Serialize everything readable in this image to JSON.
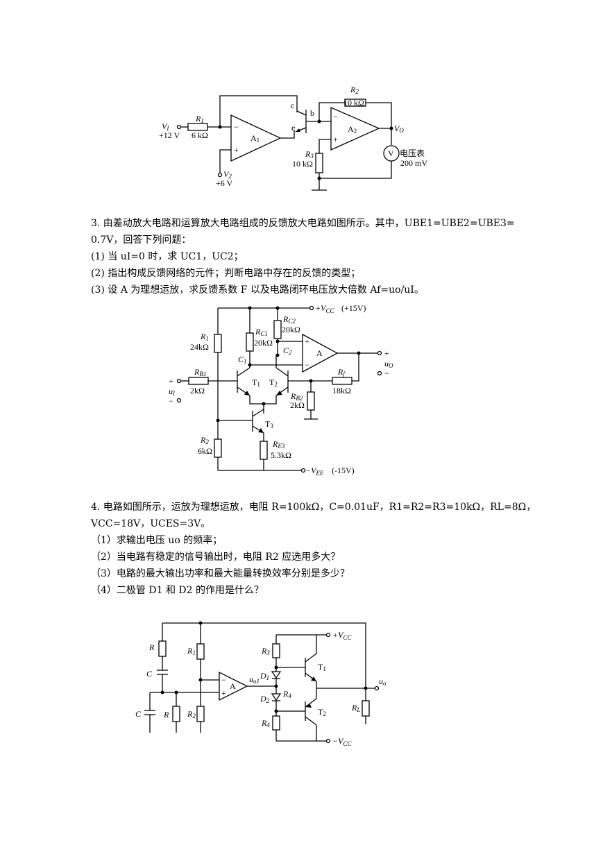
{
  "fig1": {
    "v1_label": "V",
    "v1_sub": "I",
    "v1_value": "+12 V",
    "r1_label": "R",
    "r1_sub": "1",
    "r1_value": "6 kΩ",
    "a1_label": "A",
    "a1_sub": "1",
    "minus": "−",
    "plus": "+",
    "v2_label": "V",
    "v2_sub": "2",
    "v2_value": "+6 V",
    "c_label": "c",
    "e_label": "e",
    "b_label": "b",
    "r2_label": "R",
    "r2_sub": "2",
    "r2_value": "10 kΩ",
    "a2_label": "A",
    "a2_sub": "2",
    "vo_label": "V",
    "vo_sub": "O",
    "r3_label": "R",
    "r3_sub": "3",
    "r3_value": "10 kΩ",
    "meter_symbol": "V",
    "meter_label": "电压表",
    "meter_range": "200 mV"
  },
  "q3": {
    "line1": "3. 由差动放大电路和运算放大电路组成的反馈放大电路如图所示。其中，UBE1=UBE2=UBE3=",
    "line2": "0.7V，回答下列问题：",
    "items": [
      "(1) 当 uI=0 时，求 UC1，UC2；",
      "(2) 指出构成反馈网络的元件；判断电路中存在的反馈的类型；",
      "(3) 设 A 为理想运放，求反馈系数 F 以及电路闭环电压放大倍数 Af=uo/uI。"
    ]
  },
  "fig3": {
    "vcc": "+V",
    "vcc_sub": "CC",
    "vcc_value": "(+15V)",
    "vee": "−V",
    "vee_sub": "EE",
    "vee_value": "(-15V)",
    "r1_label": "R",
    "r1_sub": "1",
    "r1_value": "24kΩ",
    "rc1_label": "R",
    "rc1_sub": "C1",
    "rc1_value": "20kΩ",
    "rc2_label": "R",
    "rc2_sub": "C2",
    "rc2_value": "20kΩ",
    "c1_label": "C",
    "c1_sub": "1",
    "c2_label": "C",
    "c2_sub": "2",
    "a_label": "A",
    "rb1_label": "R",
    "rb1_sub": "B1",
    "rb1_value": "2kΩ",
    "rb2_label": "R",
    "rb2_sub": "B2",
    "rb2_value": "2kΩ",
    "rf_label": "R",
    "rf_sub": "f",
    "rf_value": "18kΩ",
    "t1_label": "T",
    "t1_sub": "1",
    "t2_label": "T",
    "t2_sub": "2",
    "t3_label": "T",
    "t3_sub": "3",
    "r2_label": "R",
    "r2_sub": "2",
    "r2_value": "6kΩ",
    "re3_label": "R",
    "re3_sub": "E3",
    "re3_value": "5.3kΩ",
    "ui_label": "u",
    "ui_sub": "I",
    "uo_label": "u",
    "uo_sub": "O",
    "plus": "+",
    "minus": "−"
  },
  "q4": {
    "line1": "4. 电路如图所示，运放为理想运放，电阻 R=100kΩ，C=0.01uF，R1=R2=R3=10kΩ，RL=8Ω，",
    "line2": "VCC=18V，UCES=3V。",
    "items": [
      "（1）求输出电压 uo 的频率；",
      "（2）当电路有稳定的信号输出时，电阻 R2 应选用多大？",
      "（3）电路的最大输出功率和最大能量转换效率分别是多少？",
      "（4）二极管 D1 和 D2 的作用是什么？"
    ]
  },
  "fig4": {
    "r_label": "R",
    "c_label": "C",
    "r1_label": "R",
    "r1_sub": "1",
    "r2_label": "R",
    "r2_sub": "2",
    "r3_label": "R",
    "r3_sub": "3",
    "r4_label": "R",
    "r4_sub": "4",
    "a_label": "A",
    "minus": "−",
    "plus": "+",
    "uo1_label": "u",
    "uo1_sub": "o1",
    "d1_label": "D",
    "d1_sub": "1",
    "d2_label": "D",
    "d2_sub": "2",
    "t1_label": "T",
    "t1_sub": "1",
    "t2_label": "T",
    "t2_sub": "2",
    "vcc_pos": "+V",
    "vcc_neg": "−V",
    "vcc_sub": "CC",
    "uo_label": "u",
    "uo_sub": "o",
    "rl_label": "R",
    "rl_sub": "L"
  }
}
